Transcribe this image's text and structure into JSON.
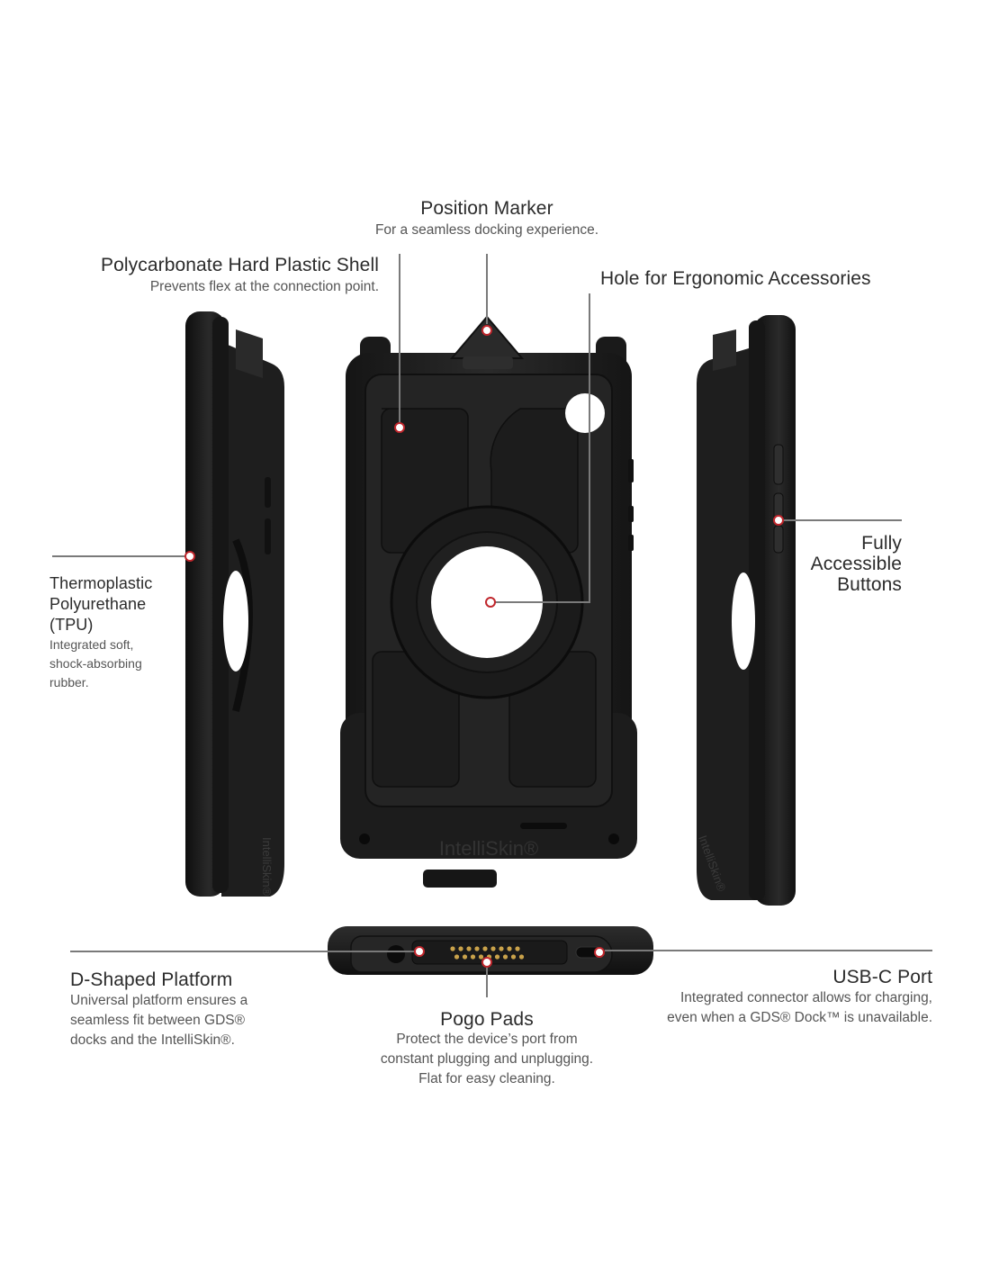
{
  "colors": {
    "case_fill": "#1f1f1f",
    "case_dark": "#121212",
    "case_light": "#2e2e2e",
    "leader_line": "#7a7a7a",
    "marker_ring": "#c0262c",
    "pogo_gold": "#c9a24a",
    "text_title": "#2b2b2b",
    "text_desc": "#555555"
  },
  "callouts": {
    "position_marker": {
      "title": "Position Marker",
      "desc": "For a seamless docking experience."
    },
    "polycarbonate_shell": {
      "title": "Polycarbonate Hard Plastic Shell",
      "desc": "Prevents flex at the connection point."
    },
    "ergonomic_hole": {
      "title": "Hole for Ergonomic Accessories"
    },
    "tpu": {
      "title_line1": "Thermoplastic",
      "title_line2": "Polyurethane",
      "title_line3": "(TPU)",
      "desc_line1": "Integrated soft,",
      "desc_line2": "shock-absorbing",
      "desc_line3": "rubber."
    },
    "buttons": {
      "title_line1": "Fully",
      "title_line2": "Accessible",
      "title_line3": "Buttons"
    },
    "d_platform": {
      "title": "D-Shaped Platform",
      "desc_line1": "Universal platform ensures a",
      "desc_line2": "seamless fit between GDS®",
      "desc_line3": "docks and the IntelliSkin®."
    },
    "usbc": {
      "title": "USB-C Port",
      "desc_line1": "Integrated connector allows for charging,",
      "desc_line2": "even when a GDS® Dock™ is unavailable."
    },
    "pogo": {
      "title": "Pogo Pads",
      "desc_line1": "Protect the device’s port from",
      "desc_line2": "constant plugging and unplugging.",
      "desc_line3": "Flat for easy cleaning."
    }
  },
  "product": {
    "brand_mark": "IntelliSkin®",
    "side_brand_mark": "IntelliSkin®"
  }
}
